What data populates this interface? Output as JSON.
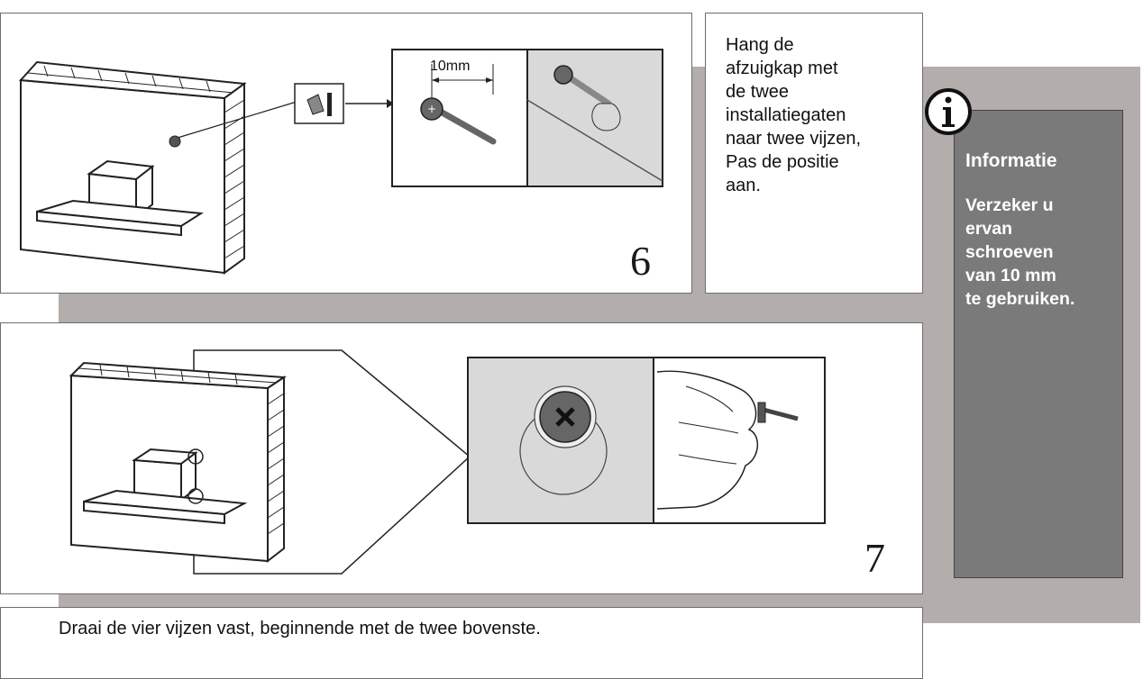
{
  "steps": [
    {
      "number": "6",
      "text": "Hang de\nafzuigkap met\nde twee\ninstallatiegaten\nnaar twee vijzen,\nPas de positie\naan.",
      "measure_label": "10mm"
    },
    {
      "number": "7",
      "caption": "Draai de vier vijzen vast, beginnende met de twee bovenste."
    }
  ],
  "info": {
    "icon": "info-icon",
    "title": "Informatie",
    "body": "Verzeker u\nervan\nschroeven\nvan 10 mm\nte gebruiken."
  },
  "colors": {
    "band": "#b3adab",
    "info_panel": "#7a7a7a",
    "inset_bg": "#d9d9d9"
  }
}
